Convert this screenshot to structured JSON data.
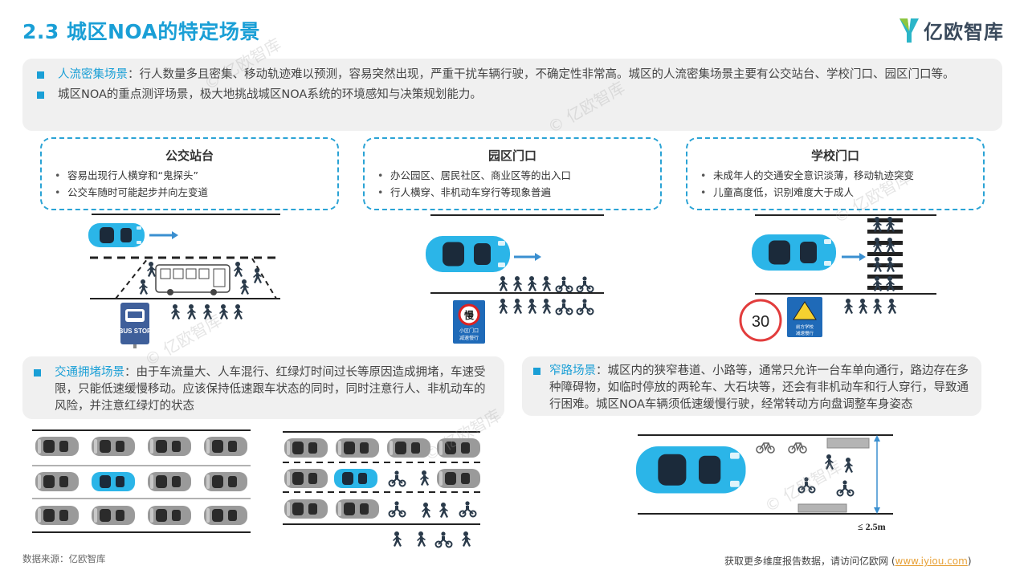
{
  "header": {
    "title": "2.3 城区NOA的特定场景"
  },
  "logo": {
    "text": "亿欧智库",
    "icon": "yiou-logo-icon"
  },
  "intro": {
    "bullet1_highlight": "人流密集场景",
    "bullet1_text": "：行人数量多且密集、移动轨迹难以预测，容易突然出现，严重干扰车辆行驶，不确定性非常高。城区的人流密集场景主要有公交站台、学校门口、园区门口等。",
    "bullet2_text": "城区NOA的重点测评场景，极大地挑战城区NOA系统的环境感知与决策规划能力。"
  },
  "cards": [
    {
      "title": "公交站台",
      "items": [
        "容易出现行人横穿和“鬼探头”",
        "公交车随时可能起步并向左变道"
      ]
    },
    {
      "title": "园区门口",
      "items": [
        "办公园区、居民社区、商业区等的出入口",
        "行人横穿、非机动车穿行等现象普遍"
      ]
    },
    {
      "title": "学校门口",
      "items": [
        "未成年人的交通安全意识淡薄，移动轨迹突变",
        "儿童高度低，识别难度大于成人"
      ]
    }
  ],
  "signs": {
    "bus_stop": "BUS STOP",
    "slow_char": "慢",
    "slow_sub1": "小区门口",
    "slow_sub2": "减速慢行",
    "speed_limit": "30",
    "school_sub1": "前方学校",
    "school_sub2": "减速慢行"
  },
  "traffic": {
    "highlight": "交通拥堵场景",
    "text": "：由于车流量大、人车混行、红绿灯时间过长等原因造成拥堵，车速受限，只能低速缓慢移动。应该保持低速跟车状态的同时，同时注意行人、非机动车的风险，并注意红绿灯的状态"
  },
  "narrow": {
    "highlight": "窄路场景",
    "text": "：城区内的狭窄巷道、小路等，通常只允许一台车单向通行，路边存在多种障碍物，如临时停放的两轮车、大石块等，还会有非机动车和行人穿行，导致通行困难。城区NOA车辆须低速缓慢行驶，经常转动方向盘调整车身姿态",
    "width_label": "≤ 2.5m"
  },
  "watermark": "© 亿欧智库",
  "footer": {
    "source": "数据来源：亿欧智库",
    "more": "获取更多维度报告数据，请访问亿欧网 (",
    "link": "www.iyiou.com",
    "close": ")"
  },
  "colors": {
    "accent": "#1a9fd6",
    "car_blue": "#2bb5e8",
    "panel_bg": "#f0f0f0"
  }
}
